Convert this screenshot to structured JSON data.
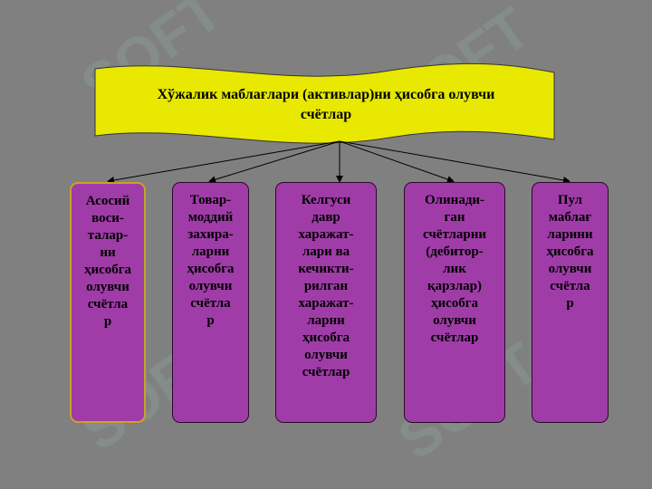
{
  "header": {
    "title": "Хўжалик маблағлари (активлар)ни ҳисобга олувчи счётлар"
  },
  "categories": [
    {
      "label": "Асосий\nвоси-\nталар-\nни\nҳисобга\nолувчи\nсчётла\nр"
    },
    {
      "label": "Товар-\nмоддий\nзахира-\nларни\nҳисобга\nолувчи\nсчётла\nр"
    },
    {
      "label": "Келгуси\nдавр\nхаражат-\nлари ва\nкечикти-\nрилган\nхаражат-\nларни\nҳисобга\nолувчи\nсчётлар"
    },
    {
      "label": "Олинади-\nган\nсчётларни\n(дебитор-\nлик\nқарзлар)\nҳисобга\nолувчи\nсчётлар"
    },
    {
      "label": "Пул\nмаблағ\nларини\nҳисобга\nолувчи\nсчётла\nр"
    }
  ],
  "watermark": {
    "text": "SOFT",
    "icon": "soft-logo-icon"
  },
  "colors": {
    "background": "#808080",
    "banner": "#e8e800",
    "box": "#a03ca8",
    "box_highlight_border": "#c9a227"
  }
}
